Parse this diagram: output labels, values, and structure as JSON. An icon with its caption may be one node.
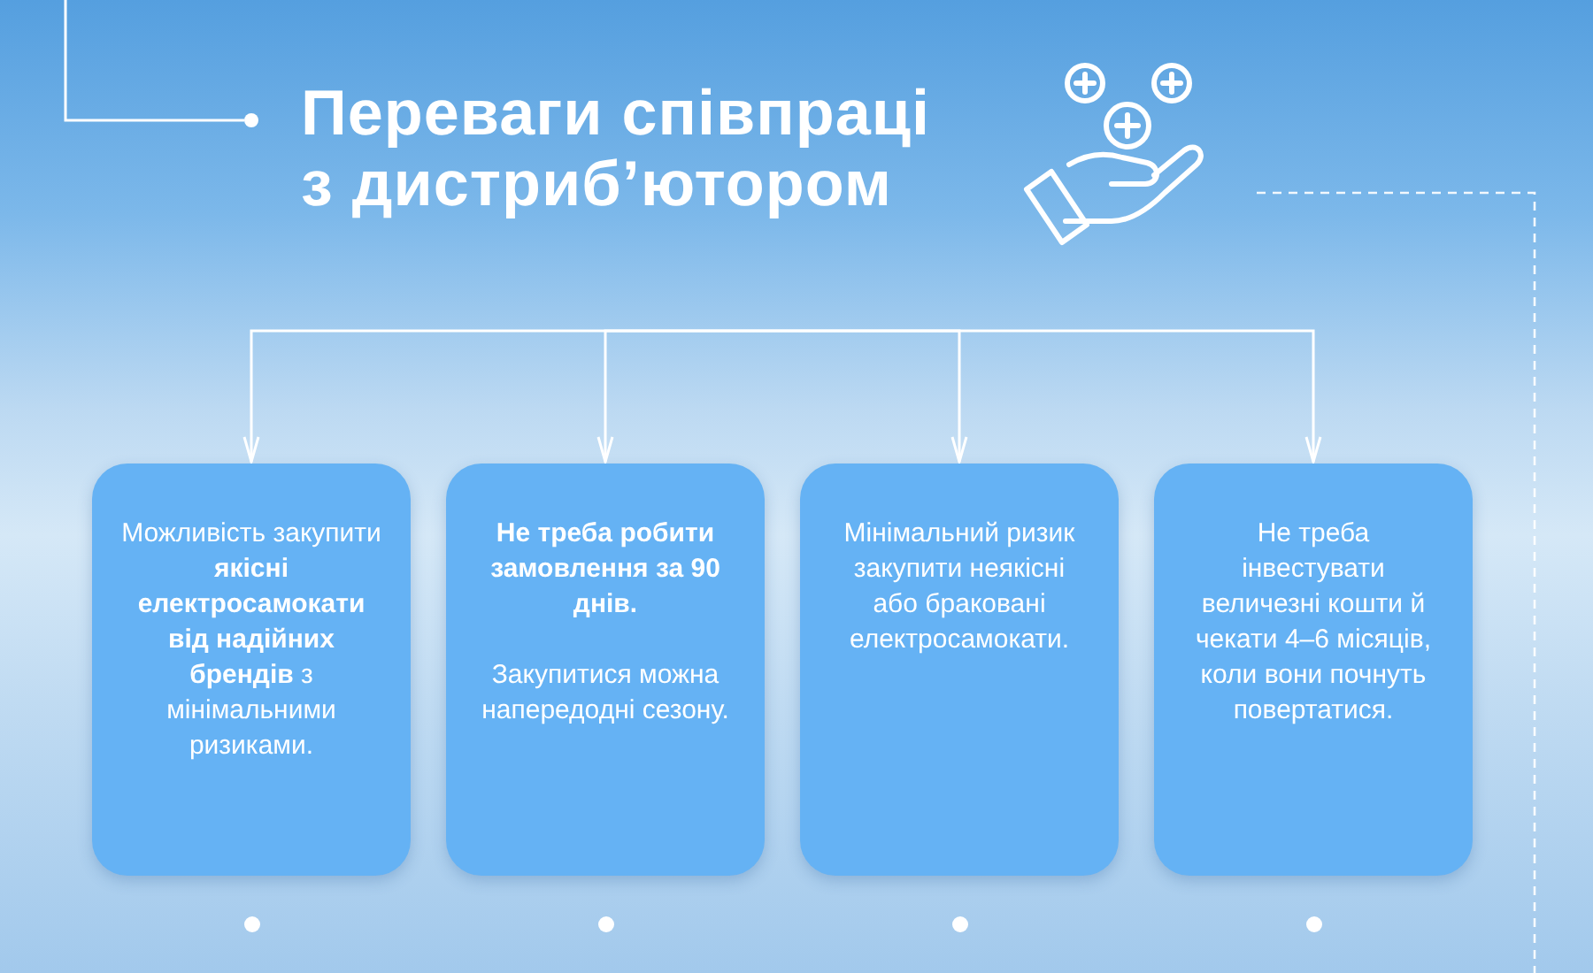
{
  "diagram": {
    "title": "Переваги співпраці з дистриб’ютором",
    "nodes": [
      {
        "text": [
          "Можливість закупити **якісні електросамокати від надійних брендів** з мінімальними ризиками."
        ]
      },
      {
        "text": [
          "Не треба робити замовлення за 90 днів.",
          "Закупитися можна напередодні сезону."
        ]
      },
      {
        "text": [
          "Мінімальний ризик закупити неякісні або браковані електросамокати."
        ]
      },
      {
        "text": [
          "Не треба інвестувати величезні кошти й чекати 4–6 місяців, коли вони почнуть повертатися."
        ]
      }
    ],
    "edges": [
      {
        "from": null,
        "to": 0,
        "arrow": "to"
      },
      {
        "from": null,
        "to": 1,
        "arrow": "to"
      },
      {
        "from": null,
        "to": 2,
        "arrow": "to"
      },
      {
        "from": null,
        "to": 3,
        "arrow": "to"
      }
    ]
  }
}
